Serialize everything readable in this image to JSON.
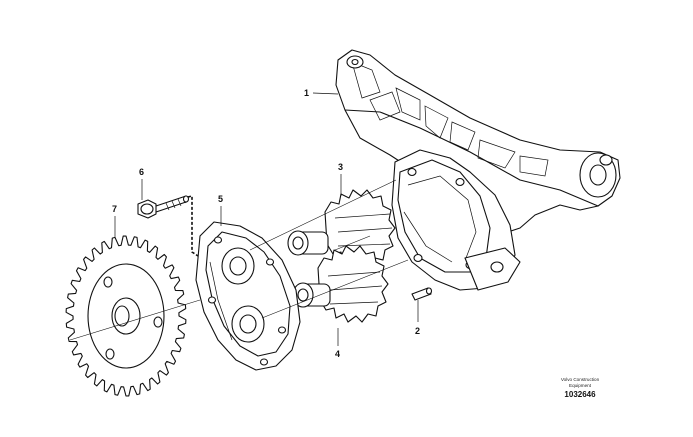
{
  "callouts": {
    "c1": "1",
    "c2": "2",
    "c3": "3",
    "c4": "4",
    "c5": "5",
    "c6": "6",
    "c7": "7"
  },
  "credit": {
    "line1": "Volvo Construction",
    "line2": "Equipment",
    "doc_number": "1032646"
  }
}
